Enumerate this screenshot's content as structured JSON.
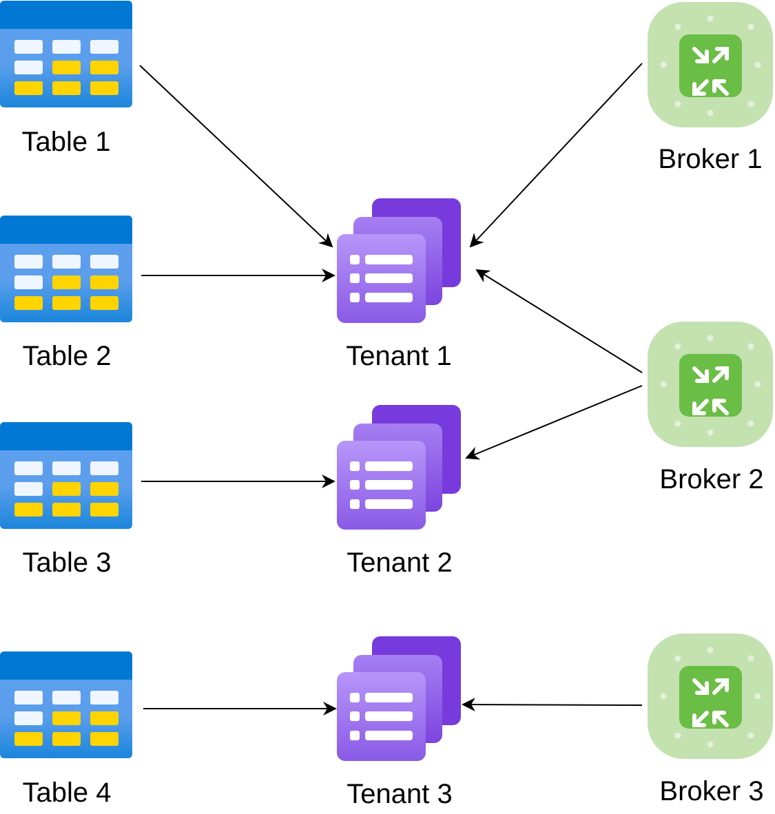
{
  "diagram": {
    "tables": [
      {
        "id": "table1",
        "label": "Table 1"
      },
      {
        "id": "table2",
        "label": "Table 2"
      },
      {
        "id": "table3",
        "label": "Table 3"
      },
      {
        "id": "table4",
        "label": "Table 4"
      }
    ],
    "tenants": [
      {
        "id": "tenant1",
        "label": "Tenant 1"
      },
      {
        "id": "tenant2",
        "label": "Tenant 2"
      },
      {
        "id": "tenant3",
        "label": "Tenant 3"
      }
    ],
    "brokers": [
      {
        "id": "broker1",
        "label": "Broker 1"
      },
      {
        "id": "broker2",
        "label": "Broker 2"
      },
      {
        "id": "broker3",
        "label": "Broker 3"
      }
    ],
    "edges": [
      {
        "from": "table1",
        "to": "tenant1"
      },
      {
        "from": "table2",
        "to": "tenant1"
      },
      {
        "from": "table3",
        "to": "tenant2"
      },
      {
        "from": "table4",
        "to": "tenant3"
      },
      {
        "from": "broker1",
        "to": "tenant1"
      },
      {
        "from": "broker2",
        "to": "tenant1"
      },
      {
        "from": "broker2",
        "to": "tenant2"
      },
      {
        "from": "broker3",
        "to": "tenant3"
      }
    ],
    "icons": {
      "table": "table-icon",
      "tenant": "tenant-stack-icon",
      "broker": "broker-icon"
    },
    "colors": {
      "table_header": "#0078d4",
      "table_body": "#5ea0ef",
      "table_cell_light": "#f0f6ff",
      "table_cell_yellow": "#ffd400",
      "tenant_back": "#773adc",
      "tenant_mid": "#9e77ee",
      "tenant_front": "#b796f9",
      "broker_outer": "#c4e1b0",
      "broker_inner": "#6abd45",
      "edge": "#000000"
    }
  }
}
